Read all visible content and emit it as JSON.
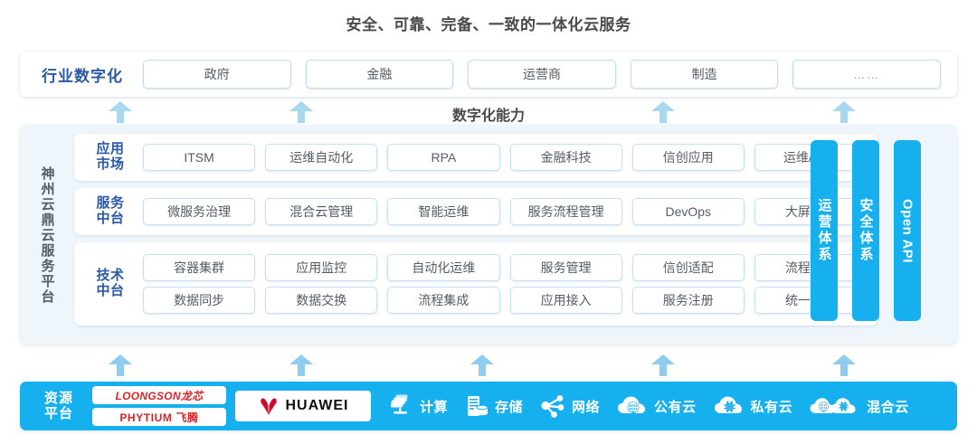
{
  "title": "安全、可靠、完备、一致的一体化云服务",
  "industry": {
    "label": "行业数字化",
    "items": [
      "政府",
      "金融",
      "运营商",
      "制造",
      "……"
    ]
  },
  "capability_label": "数字化能力",
  "platform": {
    "vertical_label": "神州云鼎云服务平台",
    "sections": [
      {
        "label_line1": "应用",
        "label_line2": "市场",
        "rows": [
          [
            "ITSM",
            "运维自动化",
            "RPA",
            "金融科技",
            "信创应用",
            "运维/运营"
          ]
        ]
      },
      {
        "label_line1": "服务",
        "label_line2": "中台",
        "rows": [
          [
            "微服务治理",
            "混合云管理",
            "智能运维",
            "服务流程管理",
            "DevOps",
            "大屏展示"
          ]
        ]
      },
      {
        "label_line1": "技术",
        "label_line2": "中台",
        "rows": [
          [
            "容器集群",
            "应用监控",
            "自动化运维",
            "服务管理",
            "信创适配",
            "流程引擎"
          ],
          [
            "数据同步",
            "数据交换",
            "流程集成",
            "应用接入",
            "服务注册",
            "统一认证"
          ]
        ]
      }
    ],
    "vertical_bars": [
      "运营体系",
      "安全体系",
      "Open API"
    ]
  },
  "resource": {
    "label_line1": "资源",
    "label_line2": "平台",
    "logos": [
      {
        "name": "loongson-logo",
        "text": "LOONGSON龙芯"
      },
      {
        "name": "phytium-logo",
        "text": "PHYTIUM 飞腾"
      },
      {
        "name": "huawei-logo",
        "text": "HUAWEI"
      }
    ],
    "items": [
      {
        "icon": "compute-icon",
        "label": "计算"
      },
      {
        "icon": "storage-icon",
        "label": "存储"
      },
      {
        "icon": "network-icon",
        "label": "网络"
      },
      {
        "icon": "public-cloud-icon",
        "label": "公有云"
      },
      {
        "icon": "private-cloud-icon",
        "label": "私有云"
      },
      {
        "icon": "hybrid-cloud-icon",
        "label": "混合云"
      }
    ]
  },
  "colors": {
    "accent_blue": "#16b0ef",
    "label_blue": "#2a59a6",
    "arrow_blue": "#a8d8f0",
    "panel_bg": "#eff6fb",
    "logo_red": "#d9252a",
    "text_gray": "#555c63"
  }
}
